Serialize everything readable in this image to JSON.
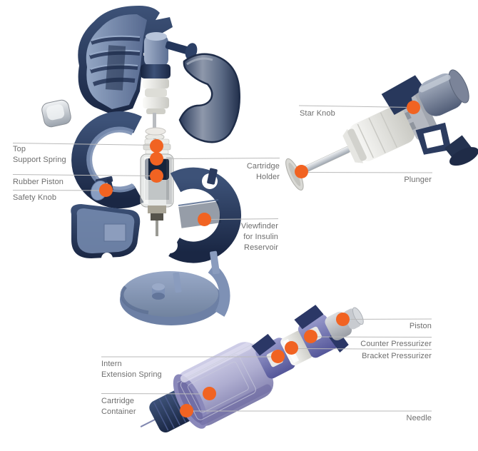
{
  "diagram": {
    "type": "exploded-parts-diagram",
    "labels": {
      "top_support_spring": "Top\nSupport Spring",
      "rubber_piston": "Rubber Piston",
      "safety_knob": "Safety Knob",
      "cartridge_holder": "Cartridge\nHolder",
      "viewfinder": "Viewfinder\nfor Insulin\nReservoir",
      "star_knob": "Star Knob",
      "plunger": "Plunger",
      "piston": "Piston",
      "counter_pressurizer": "Counter Pressurizer",
      "bracket_pressurizer": "Bracket Pressurizer",
      "intern_extension_spring": "Intern\nExtension Spring",
      "cartridge_container": "Cartridge\nContainer",
      "needle": "Needle"
    },
    "hotspots": [
      "top-support-spring",
      "cartridge-holder",
      "rubber-piston",
      "safety-knob",
      "viewfinder",
      "star-knob",
      "plunger",
      "piston",
      "counter-pressurizer",
      "bracket-pressurizer",
      "intern-extension-spring",
      "cartridge-container",
      "needle"
    ],
    "colors": {
      "hotspot_orange": "#f16322",
      "leader_line": "#bababa",
      "label_text": "#6e6e6e",
      "shell_navy": "#2c3d60",
      "interior_steel_blue": "#7d90b2",
      "base_cap_steel_blue": "#8193b5",
      "white_parts": "#efeeea",
      "glass_gray": "#d6d8d7",
      "lavender_body": "#abaacd",
      "purple_parts": "#6d6fae",
      "piston_gray": "#c2c5c9",
      "silver": "#d4d7db"
    }
  }
}
